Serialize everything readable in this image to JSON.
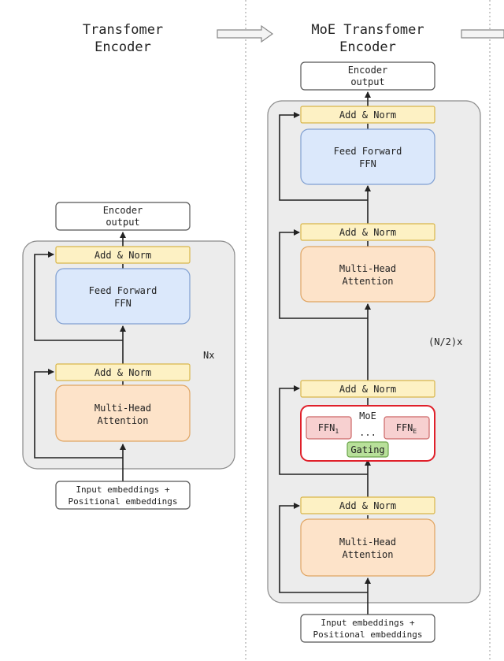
{
  "left": {
    "title_line1": "Transfomer",
    "title_line2": "Encoder",
    "output_line1": "Encoder",
    "output_line2": "output",
    "add_norm_top": "Add & Norm",
    "ffn_line1": "Feed Forward",
    "ffn_line2": "FFN",
    "add_norm_bottom": "Add & Norm",
    "mha_line1": "Multi-Head",
    "mha_line2": "Attention",
    "repeat": "Nx",
    "input_line1": "Input embeddings +",
    "input_line2": "Positional embeddings"
  },
  "right": {
    "title_line1": "MoE Transfomer",
    "title_line2": "Encoder",
    "output_line1": "Encoder",
    "output_line2": "output",
    "add_norm_1": "Add & Norm",
    "ffn_line1": "Feed Forward",
    "ffn_line2": "FFN",
    "add_norm_2": "Add & Norm",
    "mha1_line1": "Multi-Head",
    "mha1_line2": "Attention",
    "add_norm_3": "Add & Norm",
    "moe_label": "MoE",
    "ffn_first": "FFN",
    "ffn_first_sub": "1",
    "ellipsis": "...",
    "ffn_last": "FFN",
    "ffn_last_sub": "E",
    "gating": "Gating",
    "add_norm_4": "Add & Norm",
    "mha2_line1": "Multi-Head",
    "mha2_line2": "Attention",
    "repeat": "(N/2)x",
    "input_line1": "Input embeddings +",
    "input_line2": "Positional embeddings"
  },
  "colors": {
    "add_norm_fill": "#fdf1c4",
    "add_norm_stroke": "#d9b64a",
    "ffn_fill": "#dbe8fb",
    "ffn_stroke": "#7f9fd1",
    "mha_fill": "#fde3c9",
    "mha_stroke": "#e0a461",
    "expert_fill": "#f7d0d0",
    "expert_stroke": "#c66",
    "gating_fill": "#b8e09a",
    "gating_stroke": "#6aa34a",
    "moe_border": "#e0202a",
    "container_fill": "#ececec",
    "container_stroke": "#8a8a8a"
  }
}
